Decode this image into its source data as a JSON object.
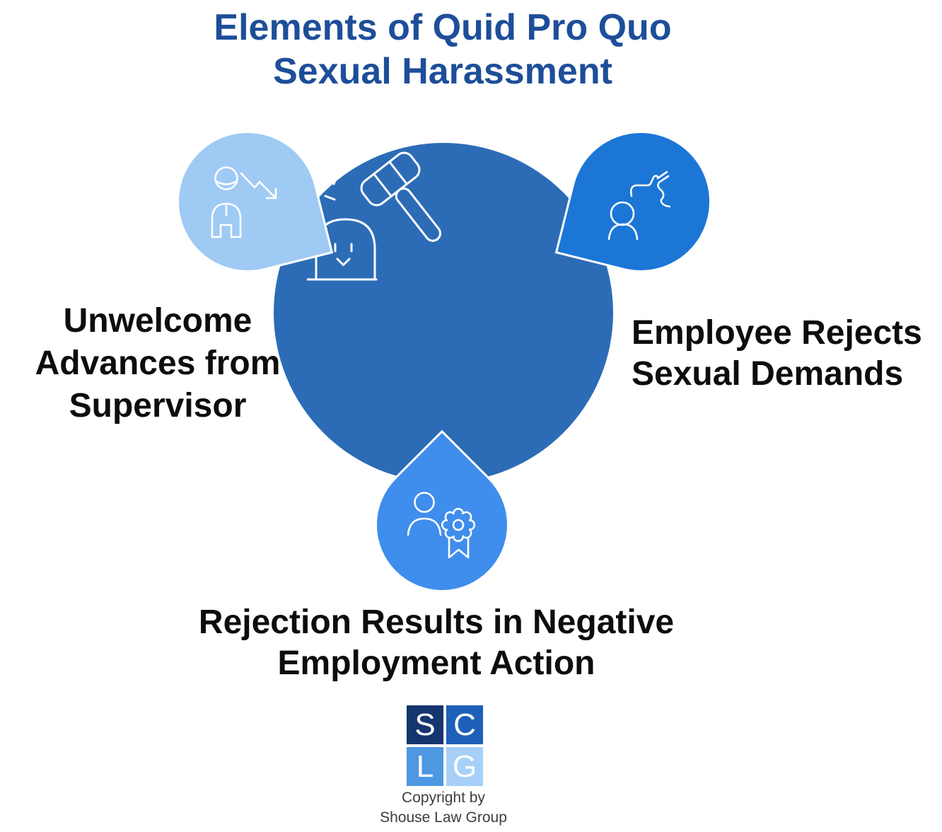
{
  "title": {
    "line1": "Elements of Quid Pro Quo",
    "line2": "Sexual Harassment",
    "color": "#1D4E99"
  },
  "center": {
    "color": "#2C6CB6",
    "icon": "gavel-striking-person-icon"
  },
  "elements": [
    {
      "label_lines": [
        "Unwelcome",
        "Advances from",
        "Supervisor"
      ],
      "bubble_color": "#9FCAF4",
      "icon": "person-declining-arrow-icon"
    },
    {
      "label_lines": [
        "Employee Rejects",
        "Sexual Demands"
      ],
      "bubble_color": "#1B76D6",
      "icon": "person-snapping-hand-icon"
    },
    {
      "label_lines": [
        "Rejection Results in Negative",
        "Employment Action"
      ],
      "bubble_color": "#3F8DEC",
      "icon": "person-award-ribbon-icon"
    }
  ],
  "logo": {
    "letters": {
      "s": "S",
      "c": "C",
      "l": "L",
      "g": "G"
    },
    "colors": {
      "s": "#14356E",
      "c": "#1D60BA",
      "l": "#4D97E3",
      "g": "#A6D0F8"
    }
  },
  "copyright": {
    "line1": "Copyright by",
    "line2": "Shouse Law Group"
  }
}
